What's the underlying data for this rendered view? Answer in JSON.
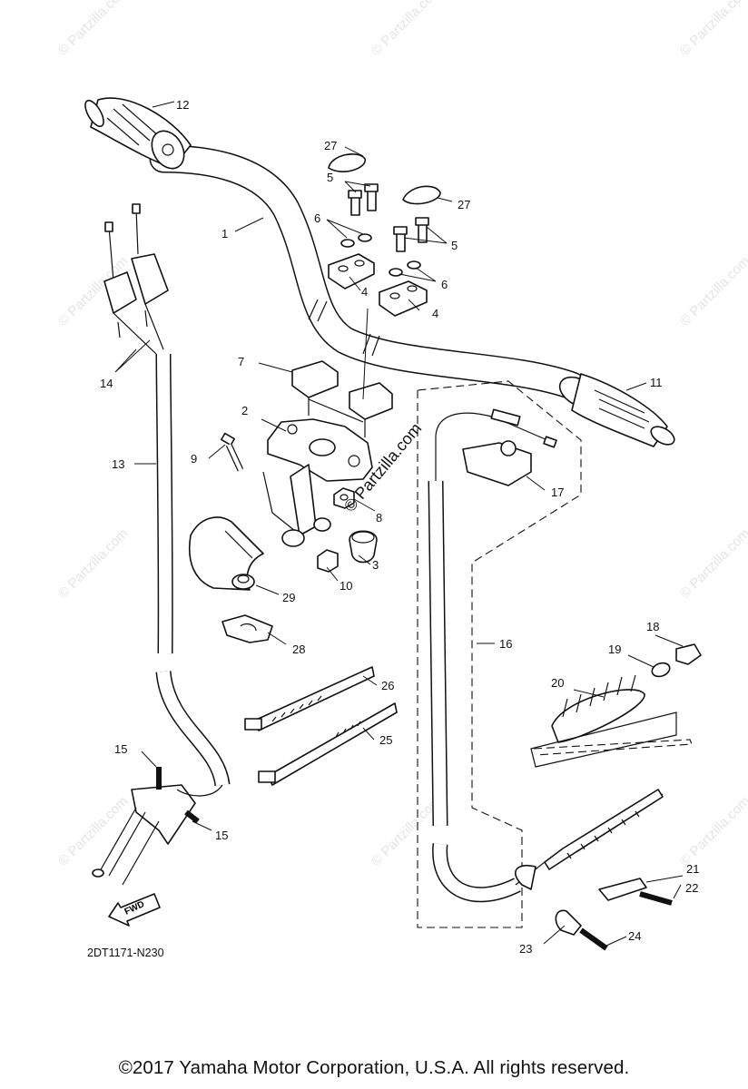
{
  "diagram": {
    "drawing_code": "2DT1171-N230",
    "copyright": "©2017 Yamaha Motor Corporation, U.S.A. All rights reserved.",
    "watermark": "© Partzilla.com",
    "fwd_label": "FWD",
    "callouts": {
      "p1": "1",
      "p2": "2",
      "p3": "3",
      "p4a": "4",
      "p4b": "4",
      "p5a": "5",
      "p5b": "5",
      "p6a": "6",
      "p6b": "6",
      "p7": "7",
      "p8": "8",
      "p9": "9",
      "p10": "10",
      "p11": "11",
      "p12": "12",
      "p13": "13",
      "p14": "14",
      "p15a": "15",
      "p15b": "15",
      "p16": "16",
      "p17": "17",
      "p18": "18",
      "p19": "19",
      "p20": "20",
      "p21": "21",
      "p22": "22",
      "p23": "23",
      "p24": "24",
      "p25": "25",
      "p26": "26",
      "p27a": "27",
      "p27b": "27",
      "p28": "28",
      "p29": "29"
    }
  }
}
